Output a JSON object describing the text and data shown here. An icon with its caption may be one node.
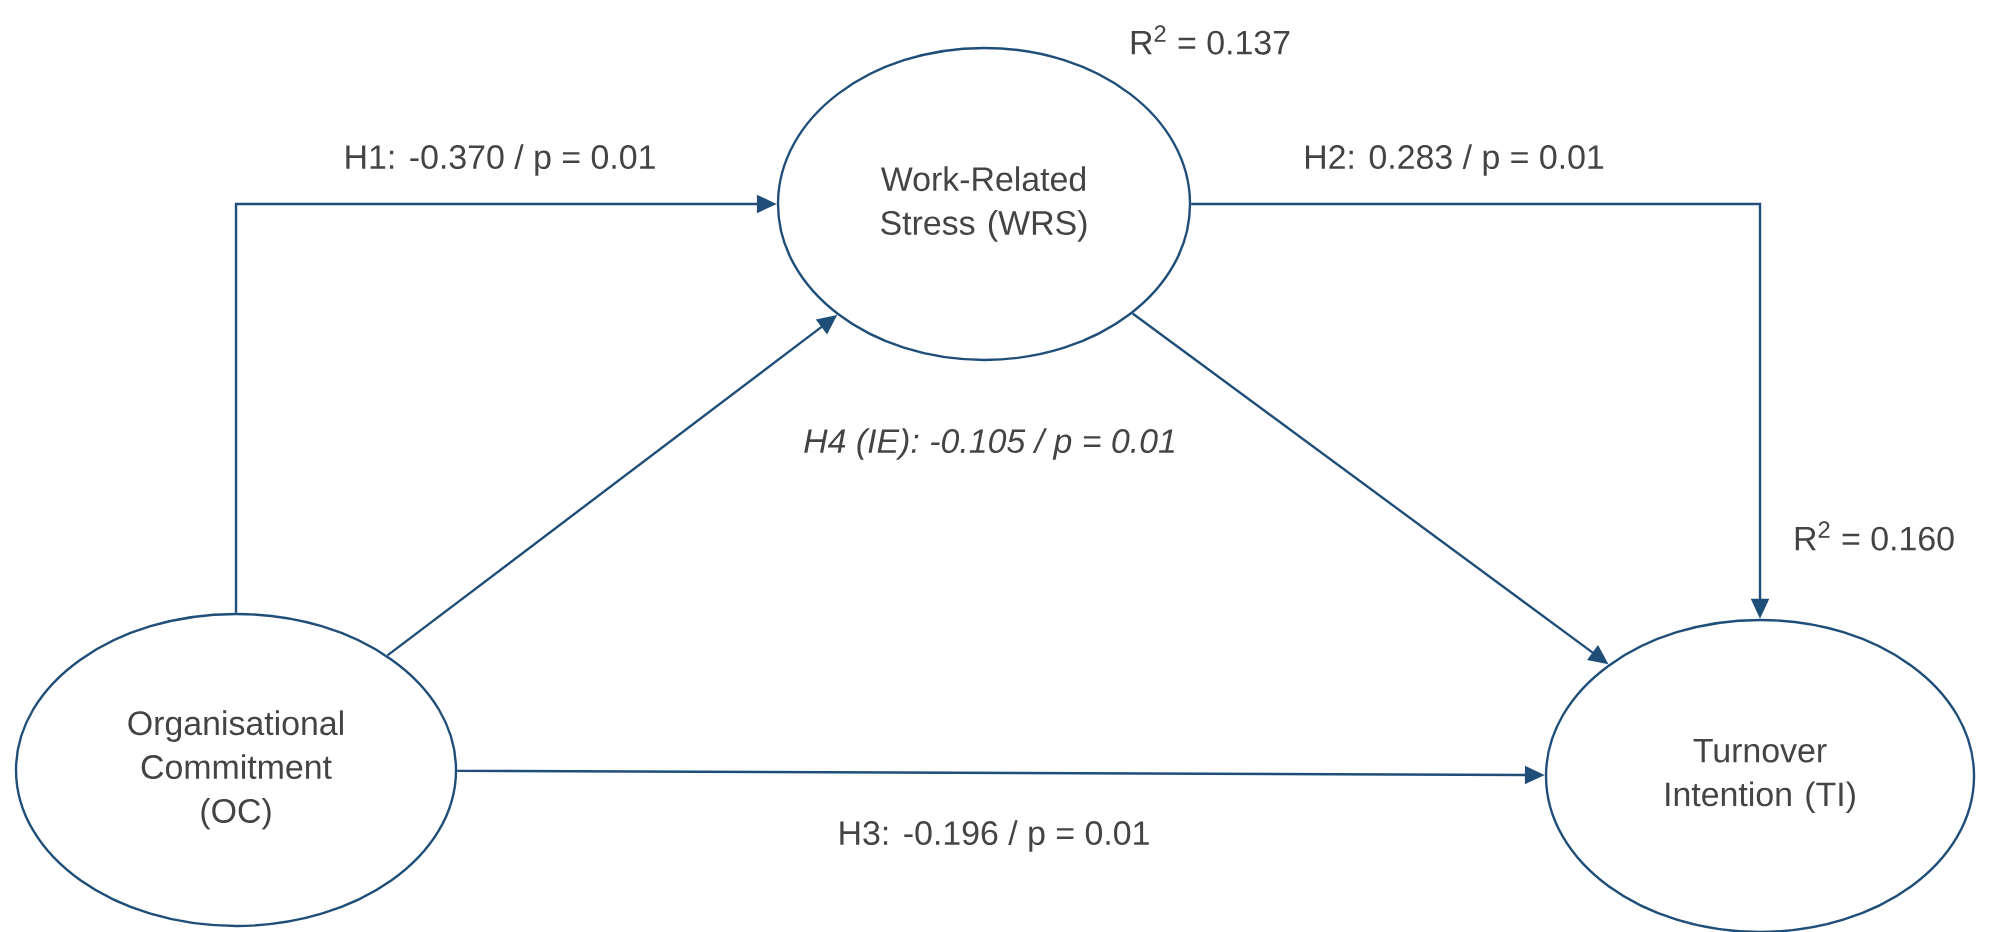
{
  "diagram": {
    "nodes": [
      {
        "text": [
          "Organisational Commitment (OC)"
        ]
      },
      {
        "text": [
          "Work-Related Stress (WRS)"
        ],
        "beside": [
          "R$^{2}$ = 0.137"
        ]
      },
      {
        "text": [
          "Turnover Intention (TI)"
        ],
        "beside": [
          "R$^{2}$ = 0.160"
        ]
      }
    ],
    "edges": [
      {
        "from": 0,
        "to": 1,
        "arrow": "to",
        "label": "H1: -0.370 / p = 0.01"
      },
      {
        "from": 0,
        "to": 1,
        "arrow": "to"
      },
      {
        "from": 1,
        "to": 2,
        "arrow": "to",
        "label": "H2: 0.283 / p = 0.01"
      },
      {
        "from": 1,
        "to": 2,
        "arrow": "to"
      },
      {
        "from": 0,
        "to": 2,
        "arrow": "to",
        "label": "H3: -0.196 / p = 0.01"
      }
    ],
    "labels": [
      "H4 (IE): -0.105 / p = 0.01"
    ]
  }
}
